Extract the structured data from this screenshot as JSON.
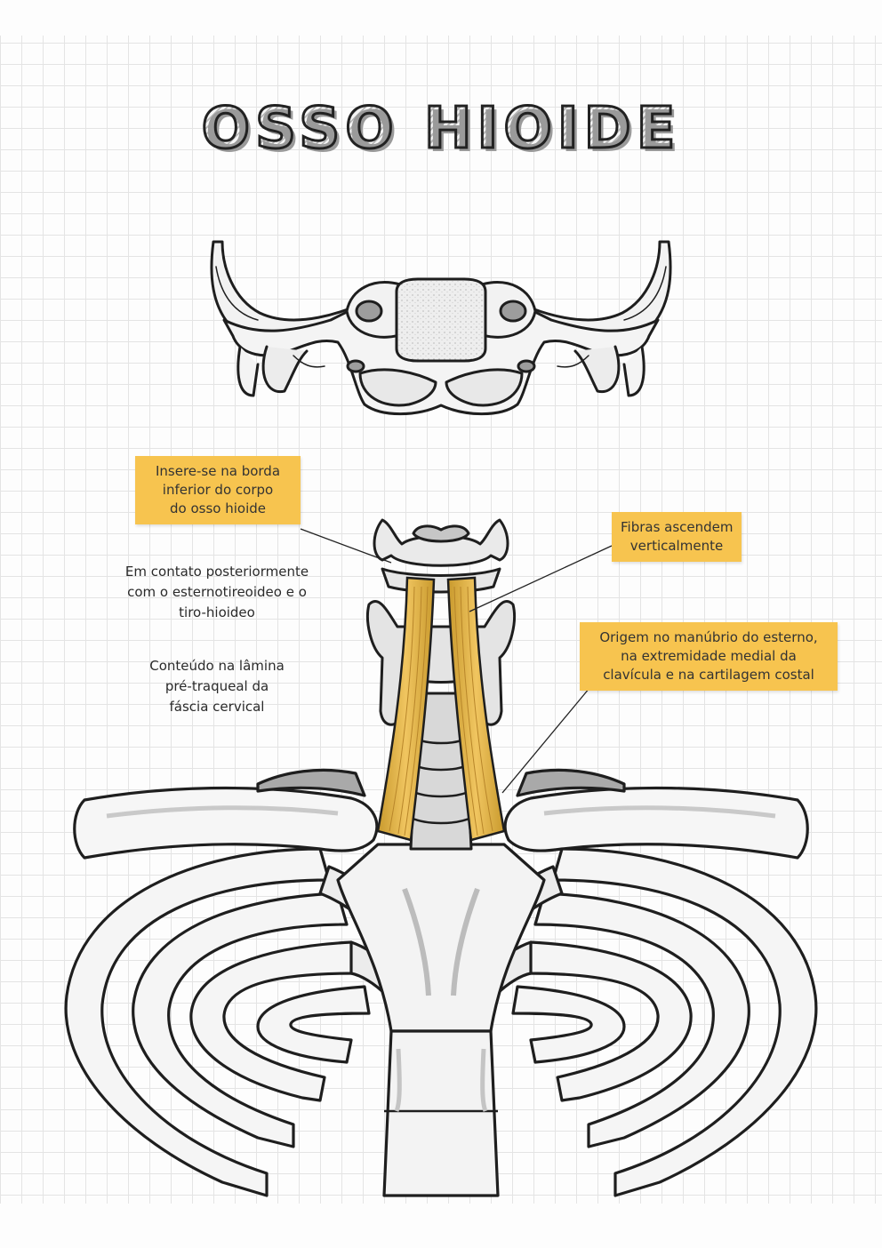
{
  "title": "OSSO HIOIDE",
  "colors": {
    "accent_box": "#f7c44f",
    "muscle": "#e5b545",
    "outline": "#1e1e1e",
    "bone_fill": "#f4f4f4",
    "shadow": "#bdbdbd",
    "grid": "#e4e4e4"
  },
  "annotations": {
    "insertion": [
      "Insere-se na borda",
      "inferior do corpo",
      "do osso hioide"
    ],
    "fibers": [
      "Fibras ascendem",
      "verticalmente"
    ],
    "origin": [
      "Origem no manúbrio do esterno,",
      "na extremidade medial da",
      "clavícula e na cartilagem costal"
    ],
    "posterior_contact": [
      "Em contato posteriormente",
      "com o esternotireoideo e o",
      "tiro-hioideo"
    ],
    "fascia": [
      "Conteúdo na lâmina",
      "pré-traqueal da",
      "fáscia cervical"
    ]
  }
}
